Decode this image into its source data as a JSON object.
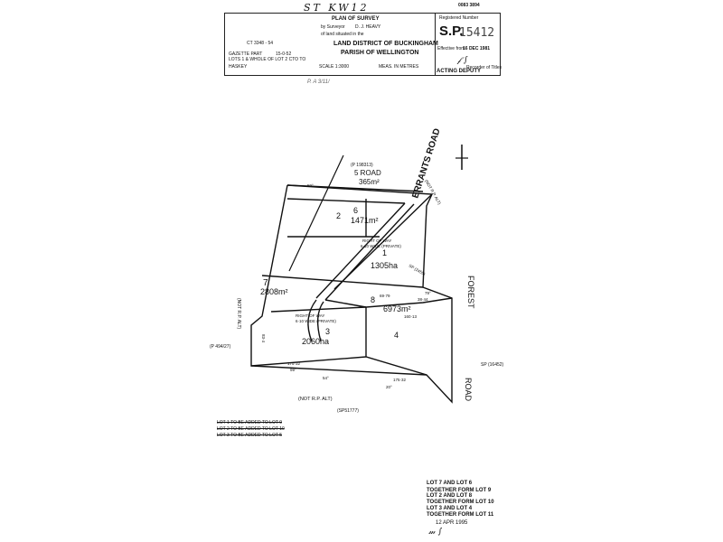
{
  "header": {
    "handwritten_title": "ST KW12",
    "corner_number": "0083 3894",
    "plan_title": "PLAN OF SURVEY",
    "surveyor_prefix": "by Surveyor",
    "surveyor_name": "D. J. HEAVY",
    "land_prefix": "of land situated in the",
    "land_district": "LAND DISTRICT OF BUCKINGHAM",
    "parish": "PARISH   OF   WELLINGTON",
    "scale": "SCALE 1:3000",
    "meas": "MEAS.   IN   METRES",
    "ref_line": "CT 3348 - 54",
    "left_small_1": "GAZETTE  PART",
    "left_small_2": "LOTS 1 & WHOLE OF LOT 2  CTO  TO",
    "left_small_3": "HASKEY",
    "left_date": "15-0-52",
    "handwritten_below": "P. A   3/11/"
  },
  "registration": {
    "label": "Registered Number",
    "prefix": "S.P.",
    "number": "15412",
    "effective_label": "Effective from",
    "effective_date": "16 DEC 1981",
    "acting": "ACTING DEPUTY",
    "recorder": "Recorder of Titles"
  },
  "plan": {
    "road_top": "ERRANTS ROAD",
    "road_right": "FOREST",
    "road_right2": "ROAD",
    "lot5_ref": "(P 198313)",
    "lot5_label": "5  ROAD",
    "lot5_area": "365m²",
    "lot2_label": "2",
    "lot6_label": "6",
    "lot6_area": "1471m²",
    "lot1_label": "1",
    "lot1_area": "1305ha",
    "row_label_1": "RIGHT OF WAY",
    "row_label_2": "6·10 WIDE  (PRIVATE)",
    "row2_label_1": "RIGHT OF WAY",
    "row2_label_2": "6·10 WIDE (PRIVATE)",
    "lot7_label": "7",
    "lot7_area": "2808m²",
    "lot8_label": "8",
    "lot8_area": "6973m²",
    "lot3_label": "3",
    "lot3_area": "2060ha",
    "lot4_label": "4",
    "not_rp_left": "(NOT  R.P.  ALT)",
    "not_rp_bottom": "(NOT   R.P.  ALT)",
    "not_rp_top": "(NOT  R.P. ALT)",
    "sp_right": "SP (16452)",
    "sp_right_mid": "SP (2455)",
    "sp_left": "(P 494/27)",
    "sp_bottom": "(SP51777)",
    "dim_175_32": "175·32",
    "dim_175_32b": "175·32",
    "dim_91": "99°",
    "dim_54": "54°",
    "dim_20": "20°",
    "dim_83_4": "83·4",
    "dim_69_79": "69·79",
    "dim_38_44": "38·44",
    "dim_160_13": "160·13",
    "dim_59": "59°",
    "dim_79": "79°"
  },
  "notes": {
    "cancel_1": "LOT 1  TO  BE  ADDED  TO  LOT 9",
    "cancel_2": "LOT 2  TO  BE  ADDED  TO  LOT 10",
    "cancel_3": "LOT 3  TO  BE  ADDED  TO  LOT 5",
    "amend_1": "LOT 7  AND LOT 6",
    "amend_2": "TOGETHER FORM LOT 9",
    "amend_3": "LOT 2  AND LOT 8",
    "amend_4": "TOGETHER FORM LOT 10",
    "amend_5": "LOT 3  AND LOT 4",
    "amend_6": "TOGETHER FORM LOT 11",
    "amend_date": "12 APR 1995"
  }
}
